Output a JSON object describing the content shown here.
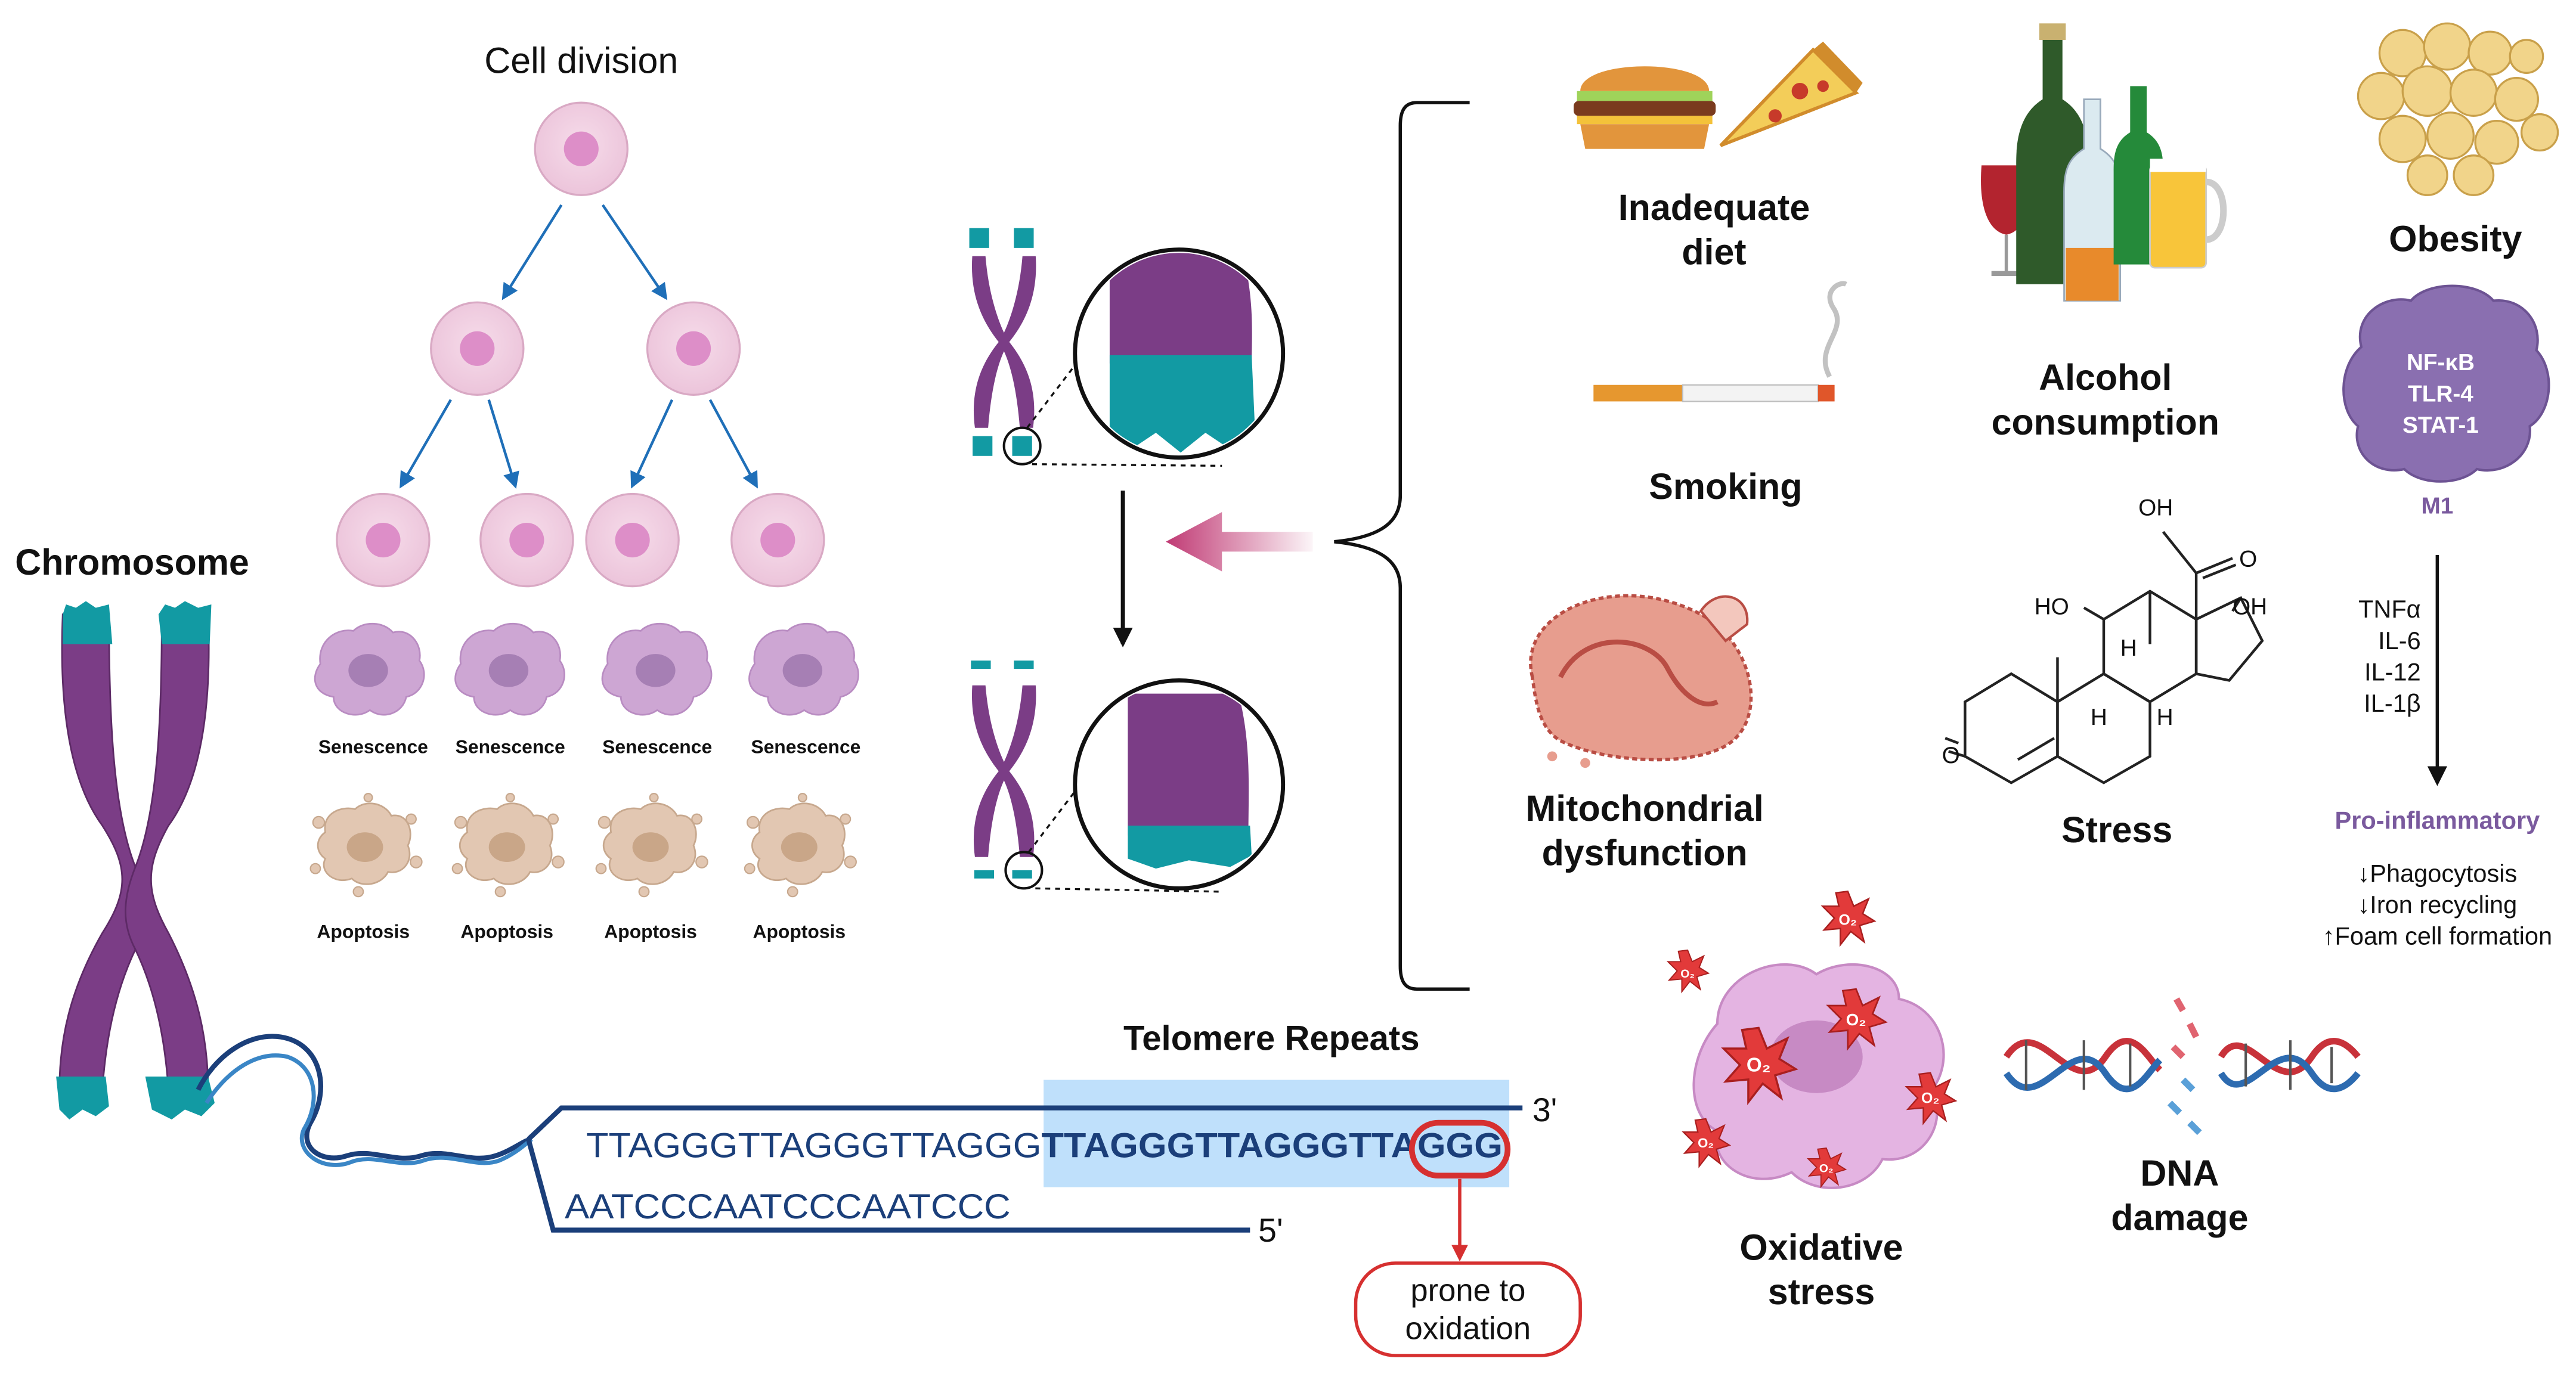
{
  "cell_division": {
    "title": "Cell division",
    "senescence_labels": [
      "Senescence",
      "Senescence",
      "Senescence",
      "Senescence"
    ],
    "apoptosis_labels": [
      "Apoptosis",
      "Apoptosis",
      "Apoptosis",
      "Apoptosis"
    ]
  },
  "chromosome": {
    "label": "Chromosome"
  },
  "telomere": {
    "title": "Telomere Repeats",
    "top_strand_plain": "TTAGGGTTAGGGTTAGGG",
    "top_strand_bold": "TTAGGGTTAGGGTTA",
    "top_strand_circled": "GGG",
    "bottom_strand": "AATCCCAATCCCAATCCC",
    "end_3": "3'",
    "end_5": "5'",
    "prone_line1": "prone to",
    "prone_line2": "oxidation"
  },
  "factors": {
    "diet": [
      "Inadequate",
      "diet"
    ],
    "smoking": "Smoking",
    "mito": [
      "Mitochondrial",
      "dysfunction"
    ],
    "oxidative": [
      "Oxidative",
      "stress"
    ],
    "alcohol": [
      "Alcohol",
      "consumption"
    ],
    "stress": "Stress",
    "dna": [
      "DNA",
      "damage"
    ],
    "obesity": "Obesity"
  },
  "cortisol": {
    "oh_top": "OH",
    "ketone_o": "O",
    "ho": "HO",
    "oh_right": "OH",
    "o_left": "O",
    "h1": "H",
    "h2": "H",
    "h3": "H"
  },
  "macrophage": {
    "markers": [
      "NF-κB",
      "TLR-4",
      "STAT-1"
    ],
    "type": "M1",
    "cytokines": [
      "TNFα",
      "IL-6",
      "IL-12",
      "IL-1β"
    ],
    "state": "Pro-inflammatory",
    "effects": [
      "↓Phagocytosis",
      "↓Iron recycling",
      "↑Foam cell formation"
    ]
  },
  "ros_label": "O₂",
  "colors": {
    "chromosome_purple": "#7b3d86",
    "telomere_teal": "#129aa3",
    "cell_pink": "#f0c8df",
    "arrow_blue": "#1f6fb8",
    "dna_navy": "#1b3f7a",
    "highlight_blue": "#bfe0fb",
    "alert_red": "#d63030",
    "macrophage_purple": "#8a6fb0",
    "pro_inflammatory": "#7a5a9e"
  }
}
